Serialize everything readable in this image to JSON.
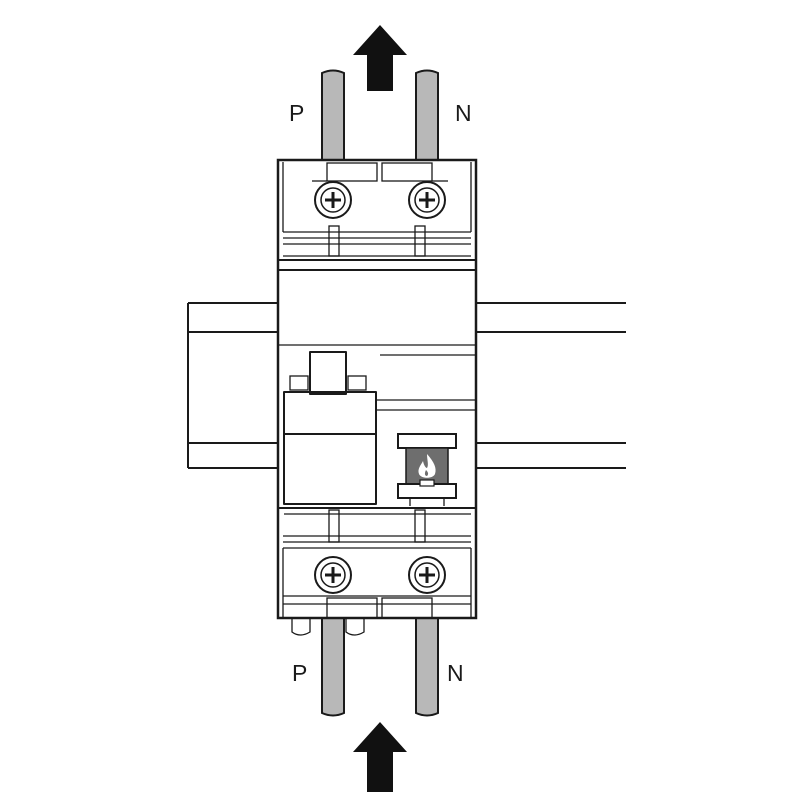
{
  "labels": {
    "top_phase": "P",
    "top_neutral": "N",
    "bottom_phase": "P",
    "bottom_neutral": "N"
  },
  "colors": {
    "line": "#1a1a1a",
    "cable": "#b8b8b8",
    "body": "#ffffff",
    "indicator": "#6e6e6e",
    "arrow": "#111111"
  },
  "icons": {
    "top_arrow": "arrow-up-icon",
    "bottom_arrow": "arrow-up-icon",
    "indicator": "flame-icon"
  }
}
